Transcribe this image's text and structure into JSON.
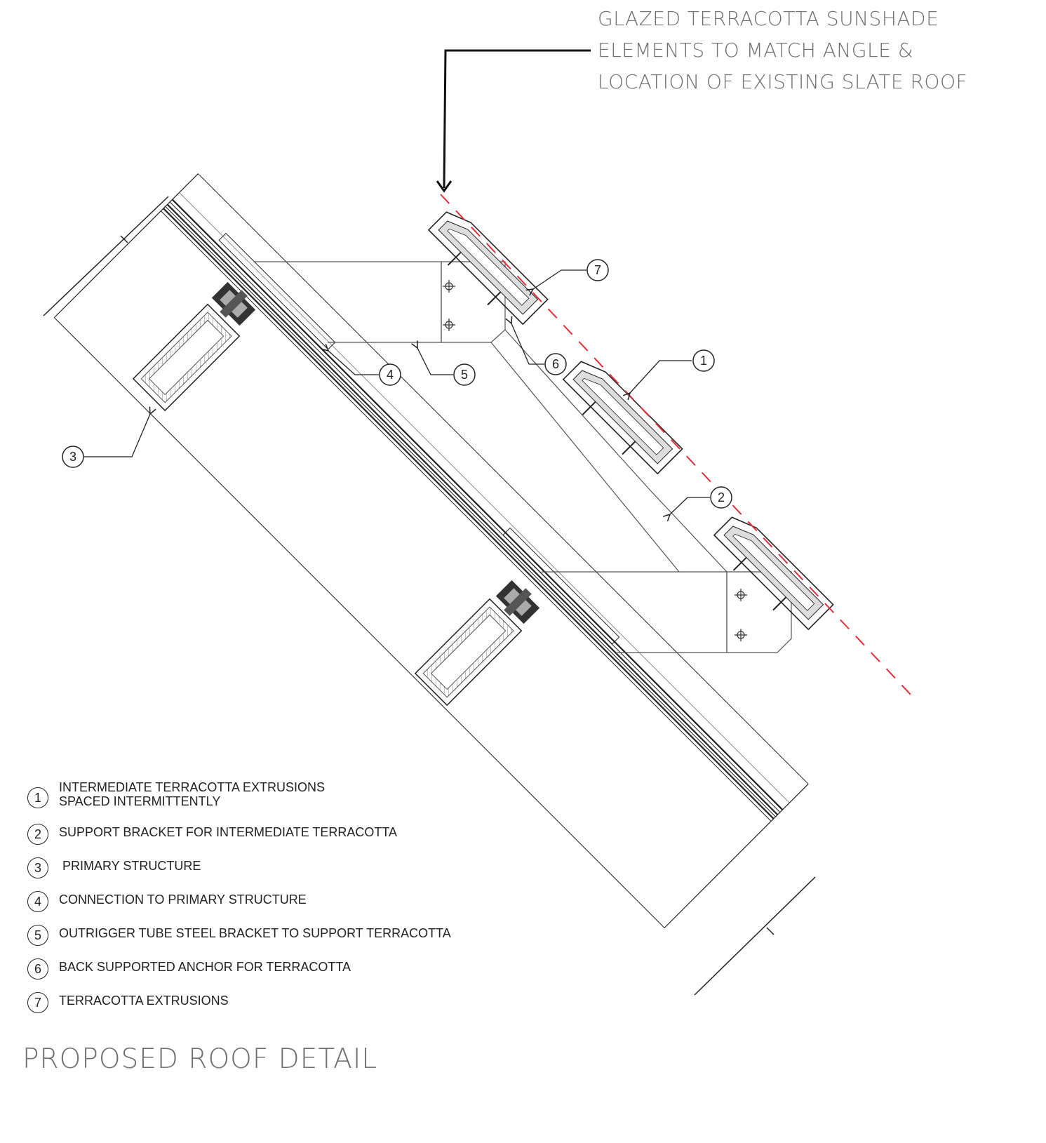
{
  "callout": {
    "lines": [
      "GLAZED TERRACOTTA SUNSHADE",
      "ELEMENTS TO MATCH ANGLE &",
      "LOCATION OF EXISTING SLATE ROOF"
    ]
  },
  "tags": [
    "1",
    "2",
    "3",
    "4",
    "5",
    "6",
    "7"
  ],
  "legend": [
    {
      "num": "1",
      "text_line1": "INTERMEDIATE TERRACOTTA EXTRUSIONS",
      "text_line2": "SPACED INTERMITTENTLY"
    },
    {
      "num": "2",
      "text": "SUPPORT BRACKET FOR INTERMEDIATE TERRACOTTA"
    },
    {
      "num": "3",
      "text": " PRIMARY STRUCTURE"
    },
    {
      "num": "4",
      "text": "CONNECTION TO PRIMARY STRUCTURE"
    },
    {
      "num": "5",
      "text": "OUTRIGGER TUBE STEEL BRACKET TO SUPPORT TERRACOTTA"
    },
    {
      "num": "6",
      "text": "BACK SUPPORTED ANCHOR FOR TERRACOTTA"
    },
    {
      "num": "7",
      "text": "TERRACOTTA EXTRUSIONS"
    }
  ],
  "title": "PROPOSED ROOF DETAIL",
  "colors": {
    "guide_line": "#e0303a",
    "text_gray": "#6e6e6e",
    "linework": "#222222"
  }
}
